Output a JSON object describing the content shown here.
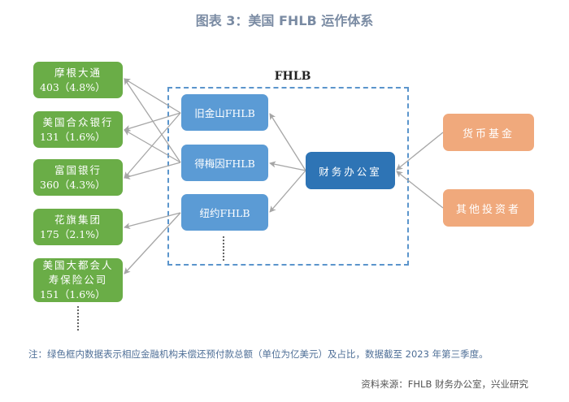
{
  "title": "图表 3：美国 FHLB 运作体系",
  "fhlb_group_label": "FHLB",
  "institutions": [
    {
      "name": "摩根大通",
      "value": "403（4.8%）"
    },
    {
      "name": "美国合众银行",
      "value": "131（1.6%）"
    },
    {
      "name": "富国银行",
      "value": "360（4.3%）"
    },
    {
      "name": "花旗集团",
      "value": "175（2.1%）"
    },
    {
      "name": "美国大都会人寿保险公司",
      "name_line1": "美国大都会人",
      "name_line2": "寿保险公司",
      "value": "151（1.6%）"
    }
  ],
  "fhlb_banks": [
    "旧金山FHLB",
    "得梅因FHLB",
    "纽约FHLB"
  ],
  "office": "财务办公室",
  "investors": [
    "货币基金",
    "其他投资者"
  ],
  "colors": {
    "institution": "#6aad47",
    "fhlb_bank": "#5b9bd5",
    "office": "#2e74b5",
    "investor": "#f0a97c",
    "dashed_border": "#5b95cc",
    "arrow": "#a6a6a6"
  },
  "note": "注：绿色框内数据表示相应金融机构未偿还预付款总额（单位为亿美元）及占比，数据截至 2023 年第三季度。",
  "source": "资料来源：FHLB 财务办公室，兴业研究"
}
